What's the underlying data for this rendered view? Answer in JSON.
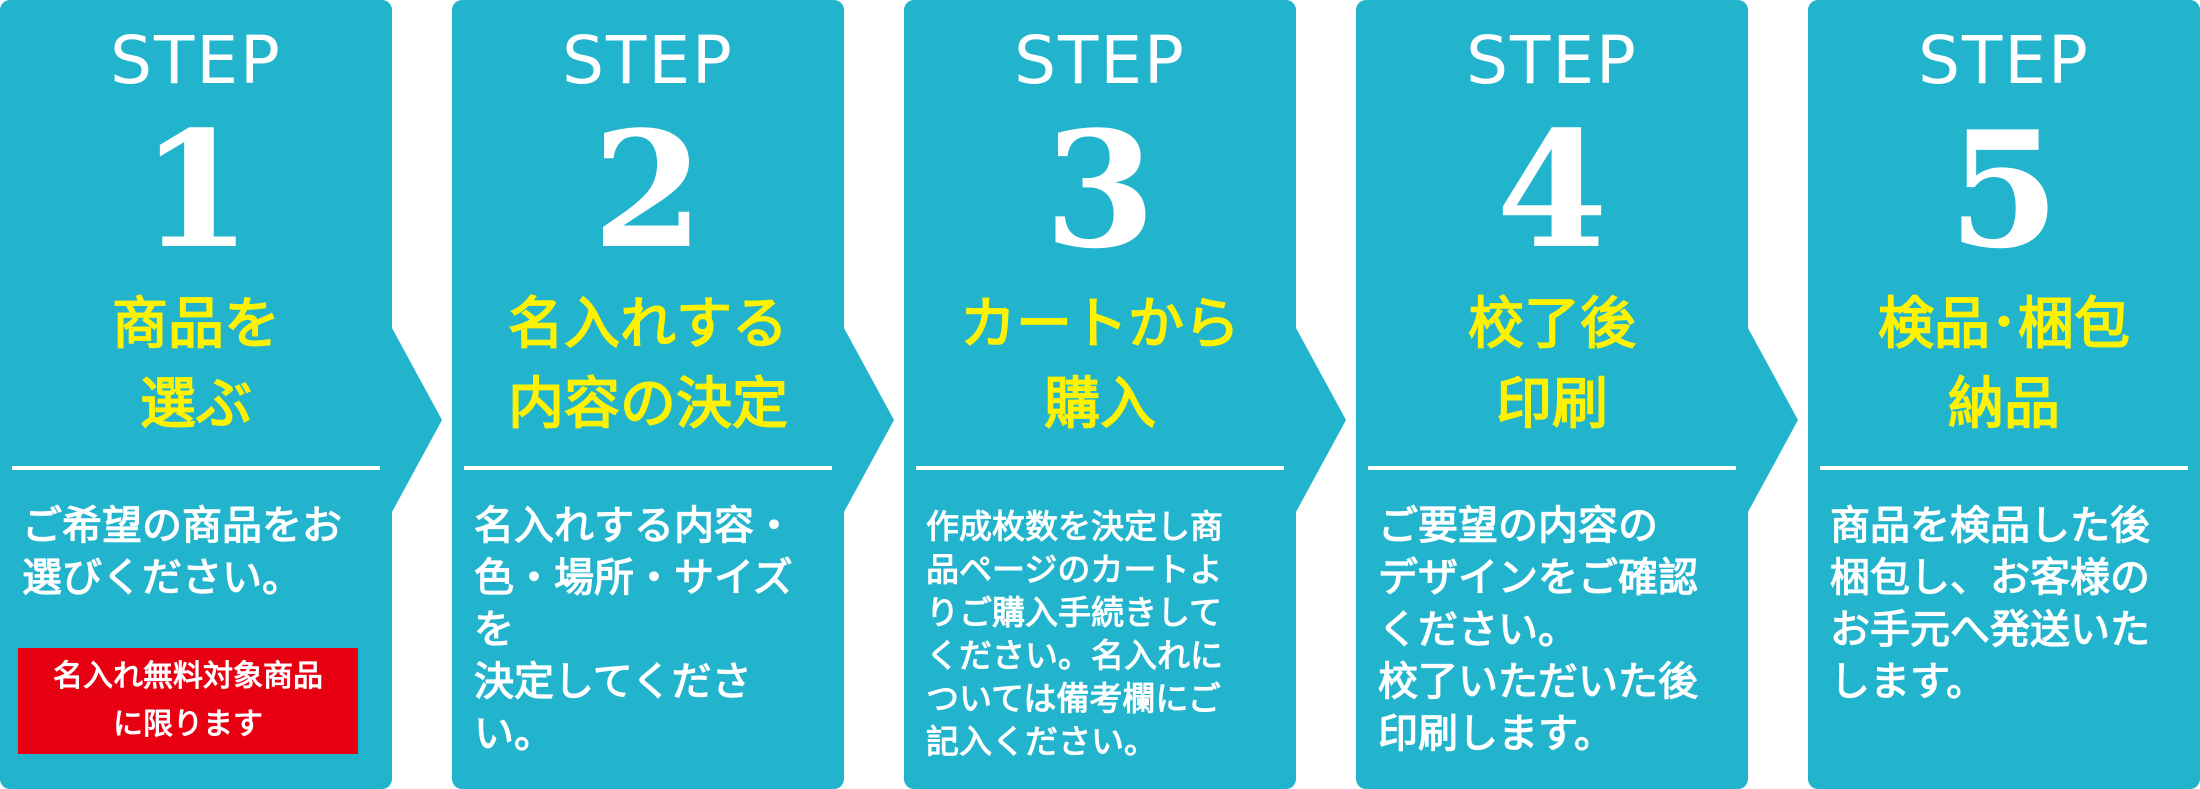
{
  "colors": {
    "panel": "#22b4cc",
    "title_yellow": "#fff200",
    "badge_red": "#e60012",
    "text": "#ffffff"
  },
  "steps": [
    {
      "label": "STEP",
      "number": "1",
      "title": "商品を\n選ぶ",
      "description": "ご希望の商品をお\n選びください。",
      "badge": "名入れ無料対象商品\nに限ります"
    },
    {
      "label": "STEP",
      "number": "2",
      "title": "名入れする\n内容の決定",
      "description": "名入れする内容・\n色・場所・サイズを\n決定してください。"
    },
    {
      "label": "STEP",
      "number": "3",
      "title": "カートから\n購入",
      "description": "作成枚数を決定し商\n品ページのカートよ\nりご購入手続きして\nください。名入れに\nついては備考欄にご\n記入ください。"
    },
    {
      "label": "STEP",
      "number": "4",
      "title": "校了後\n印刷",
      "description": "ご要望の内容の\nデザインをご確認\nください。\n校了いただいた後\n印刷します。"
    },
    {
      "label": "STEP",
      "number": "5",
      "title": "検品･梱包\n納品",
      "description": "商品を検品した後\n梱包し、お客様の\nお手元へ発送いた\nします。"
    }
  ]
}
